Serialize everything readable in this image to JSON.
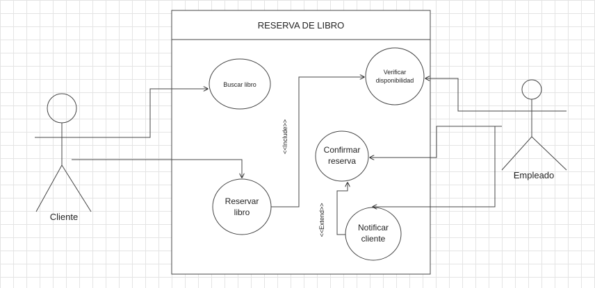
{
  "diagram": {
    "system_title": "RESERVA DE LIBRO",
    "actors": {
      "cliente": "Cliente",
      "empleado": "Empleado"
    },
    "use_cases": {
      "buscar_libro": "Buscar libro",
      "verificar_disponibilidad": [
        "Verificar",
        "disponibilidad"
      ],
      "confirmar_reserva": [
        "Confirmar",
        "reserva"
      ],
      "reservar_libro": [
        "Reservar",
        "libro"
      ],
      "notificar_cliente": [
        "Notificar",
        "cliente"
      ]
    },
    "relationships": {
      "include": "<<Include>>",
      "extend": "<<Extend>>"
    }
  }
}
